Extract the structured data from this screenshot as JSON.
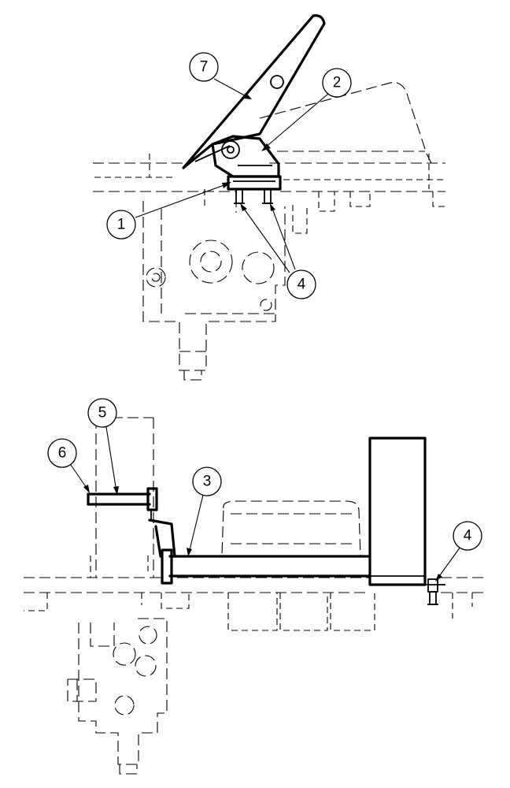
{
  "callouts": {
    "top": {
      "c7": "7",
      "c2": "2",
      "c1": "1",
      "c4": "4"
    },
    "bottom": {
      "c5": "5",
      "c6": "6",
      "c3": "3",
      "c4": "4"
    }
  }
}
